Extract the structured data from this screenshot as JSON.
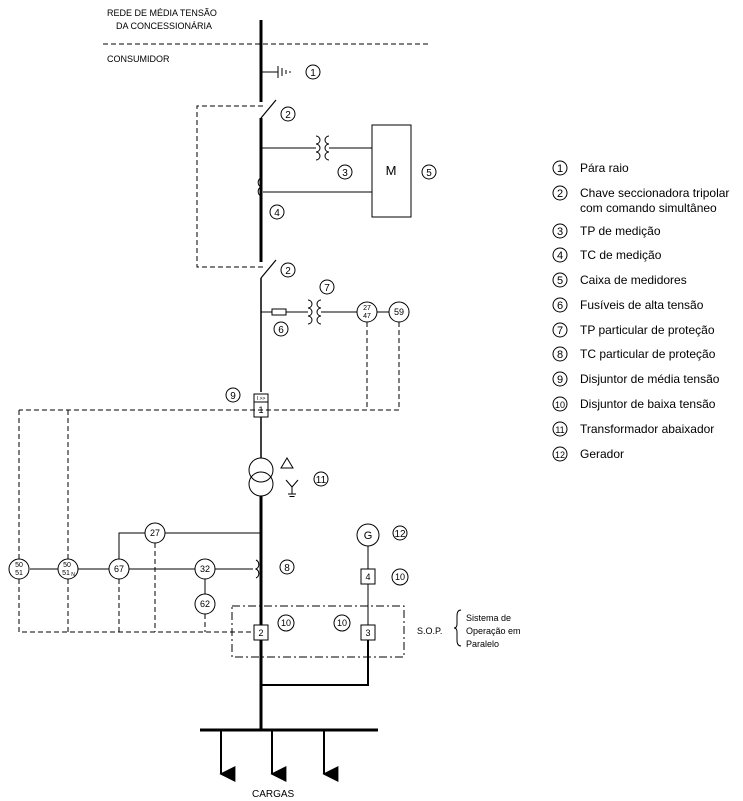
{
  "header": {
    "line1": "REDE DE MÉDIA TENSÃO",
    "line2": "DA CONCESSIONÁRIA",
    "consumer": "CONSUMIDOR"
  },
  "labels": {
    "motor": "M",
    "generator": "G",
    "loads": "CARGAS",
    "sop": "S.O.P.",
    "sop_desc": [
      "Sistema de",
      "Operação em",
      "Paralelo"
    ]
  },
  "relays": {
    "r2747a": "27",
    "r2747b": "47",
    "r59": "59",
    "r27": "27",
    "r32": "32",
    "r62": "62",
    "r67": "67",
    "r5051a": "50",
    "r5051b": "51",
    "r5051Na": "50",
    "r5051Nb": "51",
    "r5051Nn": "N"
  },
  "breakers": {
    "b1": "1",
    "b1_top": "I >>",
    "b2": "2",
    "b3": "3",
    "b4": "4"
  },
  "callouts": {
    "c1": "1",
    "c2a": "2",
    "c2b": "2",
    "c3": "3",
    "c4": "4",
    "c5": "5",
    "c6": "6",
    "c7": "7",
    "c8": "8",
    "c9": "9",
    "c10a": "10",
    "c10b": "10",
    "c10c": "10",
    "c11": "11",
    "c12": "12"
  },
  "legend": [
    {
      "num": "1",
      "text": "Pára raio"
    },
    {
      "num": "2",
      "text": "Chave seccionadora tripolar",
      "text2": "com comando simultâneo"
    },
    {
      "num": "3",
      "text": "TP de medição"
    },
    {
      "num": "4",
      "text": "TC de medição"
    },
    {
      "num": "5",
      "text": "Caixa de medidores"
    },
    {
      "num": "6",
      "text": "Fusíveis de alta tensão"
    },
    {
      "num": "7",
      "text": "TP particular de proteção"
    },
    {
      "num": "8",
      "text": "TC particular de proteção"
    },
    {
      "num": "9",
      "text": "Disjuntor de média tensão"
    },
    {
      "num": "10",
      "text": "Disjuntor de baixa tensão"
    },
    {
      "num": "11",
      "text": "Transformador abaixador"
    },
    {
      "num": "12",
      "text": "Gerador"
    }
  ]
}
